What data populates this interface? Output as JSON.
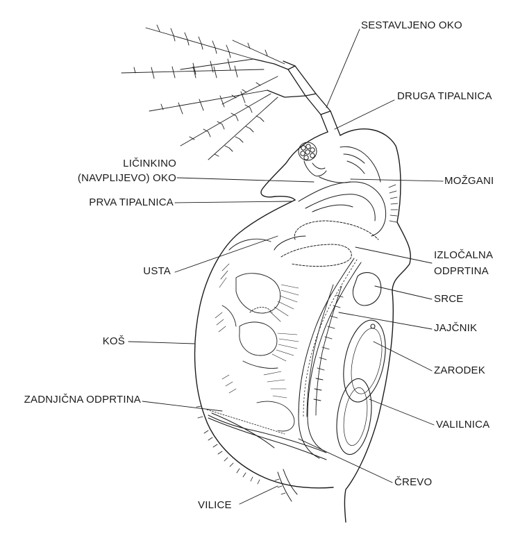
{
  "labels": {
    "compound_eye": "SESTAVLJENO OKO",
    "second_antenna": "DRUGA TIPALNICA",
    "larval_eye_1": "LIČINKINO",
    "larval_eye_2": "(NAVPLIJEVO) OKO",
    "brain": "MOŽGANI",
    "first_antenna": "PRVA TIPALNICA",
    "excretory_1": "IZLOČALNA",
    "excretory_2": "ODPRTINA",
    "mouth": "USTA",
    "heart": "SRCE",
    "ovary": "JAJČNIK",
    "basket": "KOŠ",
    "embryo": "ZARODEK",
    "anus": "ZADNJIČNA ODPRTINA",
    "brood_chamber": "VALILNICA",
    "gut": "ČREVO",
    "furca": "VILICE"
  },
  "colors": {
    "ink": "#1a1a1a",
    "background": "#ffffff"
  }
}
